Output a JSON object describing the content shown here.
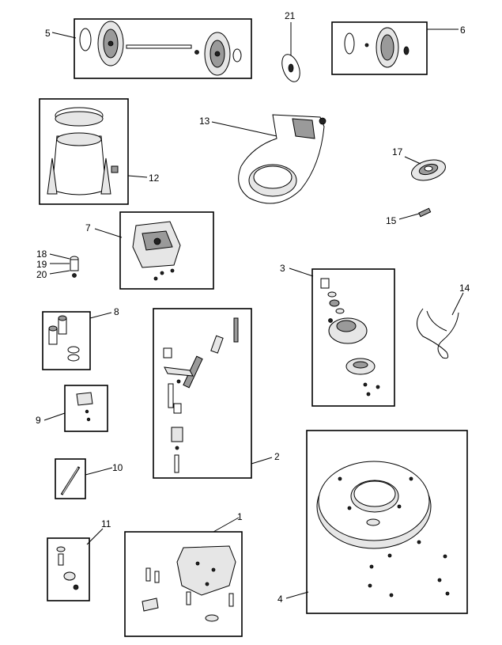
{
  "callouts": {
    "c1": "1",
    "c2": "2",
    "c3": "3",
    "c4": "4",
    "c5": "5",
    "c6": "6",
    "c7": "7",
    "c8": "8",
    "c9": "9",
    "c10": "10",
    "c11": "11",
    "c12": "12",
    "c13": "13",
    "c14": "14",
    "c15": "15",
    "c17": "17",
    "c18": "18",
    "c19": "19",
    "c20": "20",
    "c21": "21"
  }
}
